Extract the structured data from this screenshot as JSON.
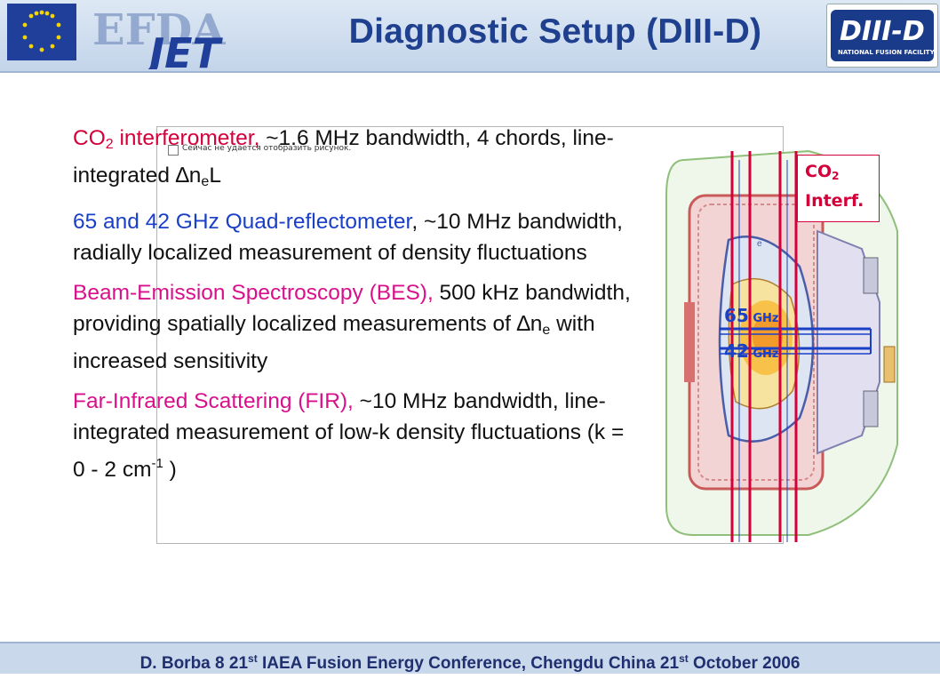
{
  "header": {
    "title": "Diagnostic Setup (DIII-D)",
    "logo_left_text_top": "EFDA",
    "logo_left_text_bottom": "JET",
    "logo_right_text": "DIII-D",
    "logo_right_subtext": "NATIONAL FUSION FACILITY"
  },
  "placeholder": {
    "text": "Сейчас не удается отобразить рисунок."
  },
  "bullets": {
    "b1": {
      "name_pre": "CO",
      "name_sub": "2",
      "name_post": " interferometer,",
      "desc1": " ~1.6 MHz bandwidth, 4 chords, line-integrated ∆n",
      "desc_sub": "e",
      "desc2": "L"
    },
    "b2": {
      "name": "65 and 42 GHz Quad-reflectometer",
      "desc": ", ~10 MHz bandwidth, radially localized measurement of density fluctuations"
    },
    "b3": {
      "name": "Beam-Emission Spectroscopy (BES),",
      "desc1": " 500 kHz bandwidth, providing spatially localized measurements of ∆n",
      "desc_sub": "e",
      "desc2": " with increased sensitivity"
    },
    "b4": {
      "name": "Far-Infrared Scattering (FIR),",
      "desc1": " ~10 MHz bandwidth, line-integrated measurement of low-k density fluctuations (k = 0 - 2 cm",
      "desc_sup": "-1",
      "desc2": " )"
    }
  },
  "figure": {
    "co2_label_pre": "CO",
    "co2_label_sub": "2",
    "co2_label_line2": "Interf.",
    "ghz65_num": "65",
    "ghz65_unit": " GHz",
    "ghz42_num": "42",
    "ghz42_unit": " GHz",
    "inner_label": "e"
  },
  "footer": {
    "text1": "D. Borba  8 21",
    "sup1": "st",
    "text2": " IAEA Fusion Energy Conference, Chengdu China 21",
    "sup2": "st",
    "text3": " October 2006"
  },
  "colors": {
    "title": "#1f3f8f",
    "red": "#d4003a",
    "blue": "#1a40c8",
    "magenta": "#d8108c"
  }
}
